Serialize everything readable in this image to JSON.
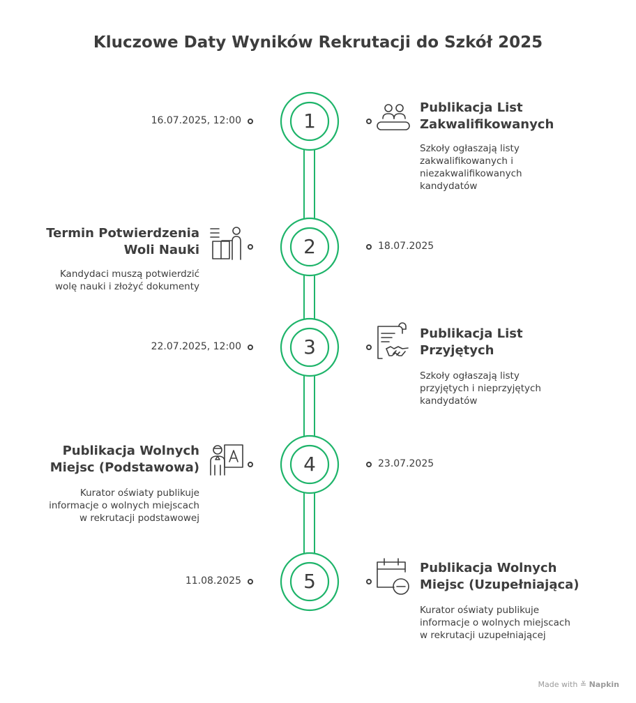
{
  "title": "Kluczowe Daty Wyników Rekrutacji do Szkół 2025",
  "accent_color": "#1eb46a",
  "steps": [
    {
      "number": "1",
      "date": "16.07.2025, 12:00",
      "heading_line1": "Publikacja List",
      "heading_line2": "Zakwalifikowanych",
      "desc_lines": [
        "Szkoły ogłaszają listy",
        "zakwalifikowanych i",
        "niezakwalifikowanych",
        "kandydatów"
      ],
      "icon": "people-list-icon"
    },
    {
      "number": "2",
      "date": "18.07.2025",
      "heading_line1": "Termin Potwierdzenia",
      "heading_line2": "Woli Nauki",
      "desc_lines": [
        "Kandydaci muszą potwierdzić",
        "wolę nauki i złożyć dokumenty"
      ],
      "icon": "person-desk-icon"
    },
    {
      "number": "3",
      "date": "22.07.2025, 12:00",
      "heading_line1": "Publikacja List",
      "heading_line2": "Przyjętych",
      "desc_lines": [
        "Szkoły ogłaszają listy",
        "przyjętych i nieprzyjętych",
        "kandydatów"
      ],
      "icon": "document-handshake-icon"
    },
    {
      "number": "4",
      "date": "23.07.2025",
      "heading_line1": "Publikacja Wolnych",
      "heading_line2": "Miejsc (Podstawowa)",
      "desc_lines": [
        "Kurator oświaty publikuje",
        "informacje o wolnych miejscach",
        "w rekrutacji podstawowej"
      ],
      "icon": "teacher-board-icon"
    },
    {
      "number": "5",
      "date": "11.08.2025",
      "heading_line1": "Publikacja Wolnych",
      "heading_line2": "Miejsc (Uzupełniająca)",
      "desc_lines": [
        "Kurator oświaty publikuje",
        "informacje o wolnych miejscach",
        "w rekrutacji uzupełniającej"
      ],
      "icon": "calendar-minus-icon"
    }
  ],
  "footer": {
    "prefix": "Made with",
    "brand": "Napkin"
  }
}
